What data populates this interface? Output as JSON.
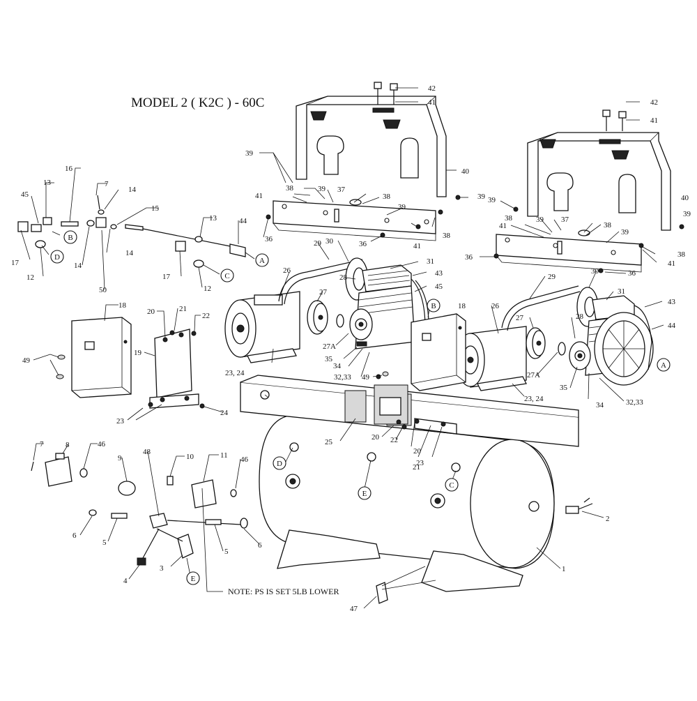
{
  "title": "MODEL 2 ( K2C ) - 60C",
  "note": "NOTE: PS IS SET 5LB LOWER",
  "callouts": {
    "A1": "A",
    "A2": "A",
    "B1": "B",
    "B2": "B",
    "C1": "C",
    "C2": "C",
    "D1": "D",
    "D2": "D",
    "E1": "E",
    "E2": "E"
  },
  "labels": {
    "l1": "1",
    "l2": "2",
    "l3": "3",
    "l4": "4",
    "l5a": "5",
    "l5b": "5",
    "l6a": "6",
    "l6b": "6",
    "l7a": "7",
    "l7b": "7",
    "l8": "8",
    "l9": "9",
    "l10": "10",
    "l11": "11",
    "l12a": "12",
    "l12b": "12",
    "l13a": "13",
    "l13b": "13",
    "l14a": "14",
    "l14b": "14",
    "l14c": "14",
    "l15": "15",
    "l16": "16",
    "l17a": "17",
    "l17b": "17",
    "l18a": "18",
    "l18b": "18",
    "l19": "19",
    "l20a": "20",
    "l20b": "20",
    "l20c": "20",
    "l21a": "21",
    "l21b": "21",
    "l22a": "22",
    "l22b": "22",
    "l23a": "23",
    "l23b": "23",
    "l2324a": "23, 24",
    "l2324b": "23, 24",
    "l24": "24",
    "l25": "25",
    "l26a": "26",
    "l26b": "26",
    "l27a": "27",
    "l27b": "27",
    "l27Aa": "27A",
    "l27Ab": "27A",
    "l28a": "28",
    "l28b": "28",
    "l29a": "29",
    "l29b": "29",
    "l30a": "30",
    "l30b": "30",
    "l31a": "31",
    "l31b": "31",
    "l3233a": "32,33",
    "l3233b": "32,33",
    "l34a": "34",
    "l34b": "34",
    "l35a": "35",
    "l35b": "35",
    "l36a": "36",
    "l36b": "36",
    "l36c": "36",
    "l36d": "36",
    "l37a": "37",
    "l37b": "37",
    "l38a": "38",
    "l38b": "38",
    "l38c": "38",
    "l38d": "38",
    "l38e": "38",
    "l38f": "38",
    "l39a": "39",
    "l39b": "39",
    "l39c": "39",
    "l39d": "39",
    "l39e": "39",
    "l39f": "39",
    "l39g": "39",
    "l39h": "39",
    "l40a": "40",
    "l40b": "40",
    "l41a": "41",
    "l41b": "41",
    "l41c": "41",
    "l41d": "41",
    "l41e": "41",
    "l41f": "41",
    "l42a": "42",
    "l42b": "42",
    "l43a": "43",
    "l43b": "43",
    "l44a": "44",
    "l44b": "44",
    "l45a": "45",
    "l45b": "45",
    "l46a": "46",
    "l46b": "46",
    "l47": "47",
    "l48": "48",
    "l49a": "49",
    "l49b": "49",
    "l50": "50"
  }
}
